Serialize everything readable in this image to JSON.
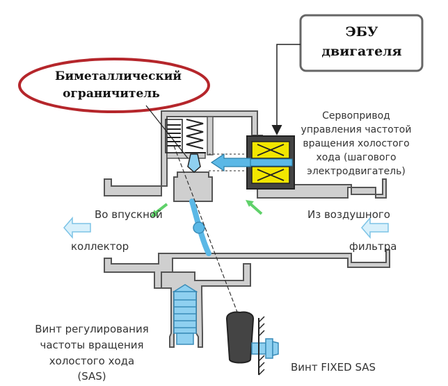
{
  "ecu_box": {
    "line1": "ЭБУ",
    "line2": "двигателя"
  },
  "bimetal_limiter": {
    "line1": "Биметаллический",
    "line2": "ограничитель"
  },
  "servo": {
    "line1": "Сервопривод",
    "line2": "управления частотой",
    "line3": "вращения холостого",
    "line4": "хода (шагового",
    "line5": "электродвигатель)"
  },
  "intake": {
    "line1": "Во впускной",
    "line2": "коллектор"
  },
  "air_filter": {
    "line1": "Из воздушного",
    "line2": "фильтра"
  },
  "sas_screw": {
    "line1": "Винт регулирования",
    "line2": "частоты вращения",
    "line3": "холостого хода",
    "line4": "(SAS)"
  },
  "fixed_sas": {
    "label": "Винт FIXED SAS"
  },
  "colors": {
    "body_gray": "#cfcfcf",
    "outline": "#555555",
    "air_blue": "#5bb8e6",
    "light_blue": "#8fd0f0",
    "coil_yellow": "#f2e600",
    "flow_green": "#5fd16a",
    "ellipse_red": "#b5262b"
  }
}
